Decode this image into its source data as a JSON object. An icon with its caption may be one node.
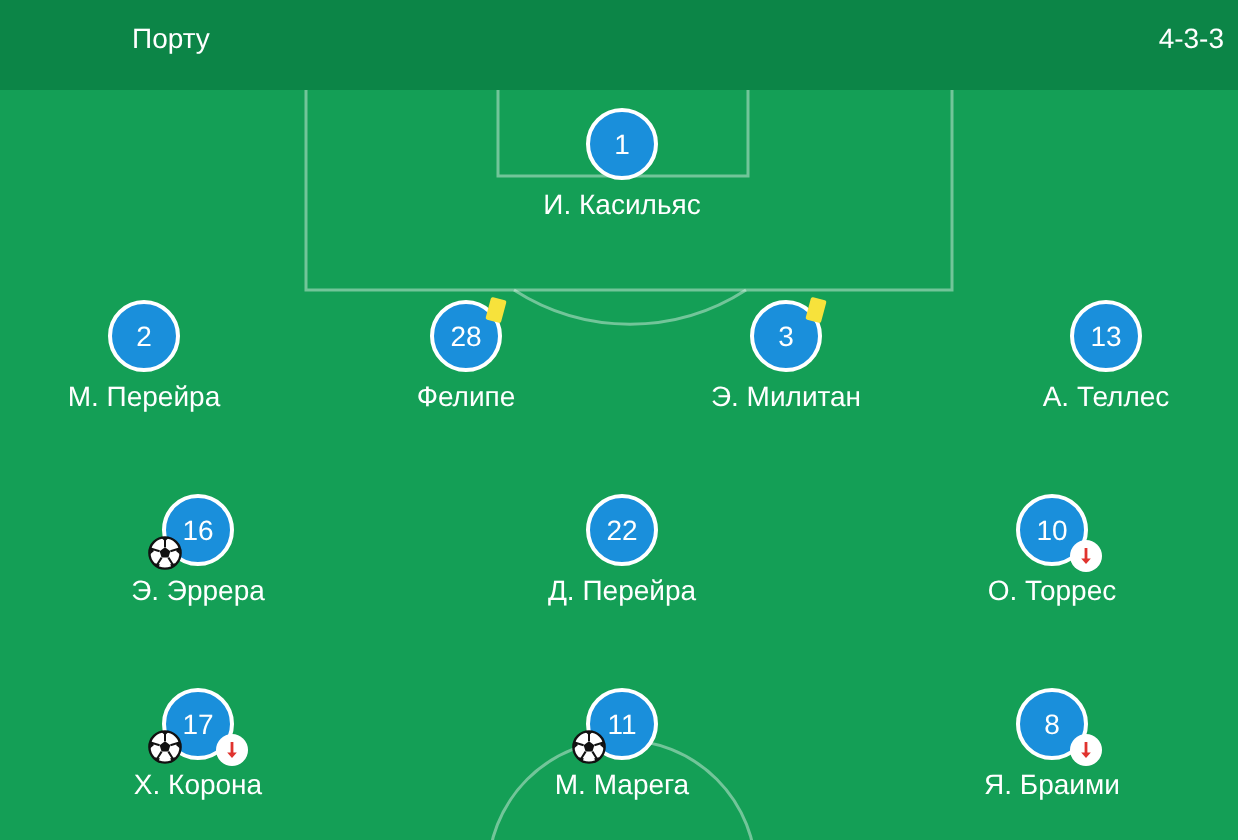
{
  "diagram": {
    "nodes": [
      {
        "text": [
          "1"
        ],
        "beside": [
          "И. Касильяс"
        ]
      },
      {
        "text": [
          "2"
        ],
        "beside": [
          "М. Перейра"
        ]
      },
      {
        "text": [
          "28"
        ],
        "beside": [
          "Фелипе"
        ]
      },
      {
        "text": [
          "3"
        ],
        "beside": [
          "Э. Милитан"
        ]
      },
      {
        "text": [
          "13"
        ],
        "beside": [
          "А. Теллес"
        ]
      },
      {
        "text": [
          "16"
        ],
        "beside": [
          "Э. Эррера"
        ]
      },
      {
        "text": [
          "22"
        ],
        "beside": [
          "Д. Перейра"
        ]
      },
      {
        "text": [
          "10"
        ],
        "beside": [
          "О. Торрес"
        ]
      },
      {
        "text": [
          "17"
        ],
        "beside": [
          "Х. Корона"
        ]
      },
      {
        "text": [
          "11"
        ],
        "beside": [
          "М. Марега"
        ]
      },
      {
        "text": [
          "8"
        ],
        "beside": [
          "Я. Браими"
        ]
      }
    ],
    "edges": [],
    "labels": [
      "Порту",
      "4-3-3"
    ]
  }
}
